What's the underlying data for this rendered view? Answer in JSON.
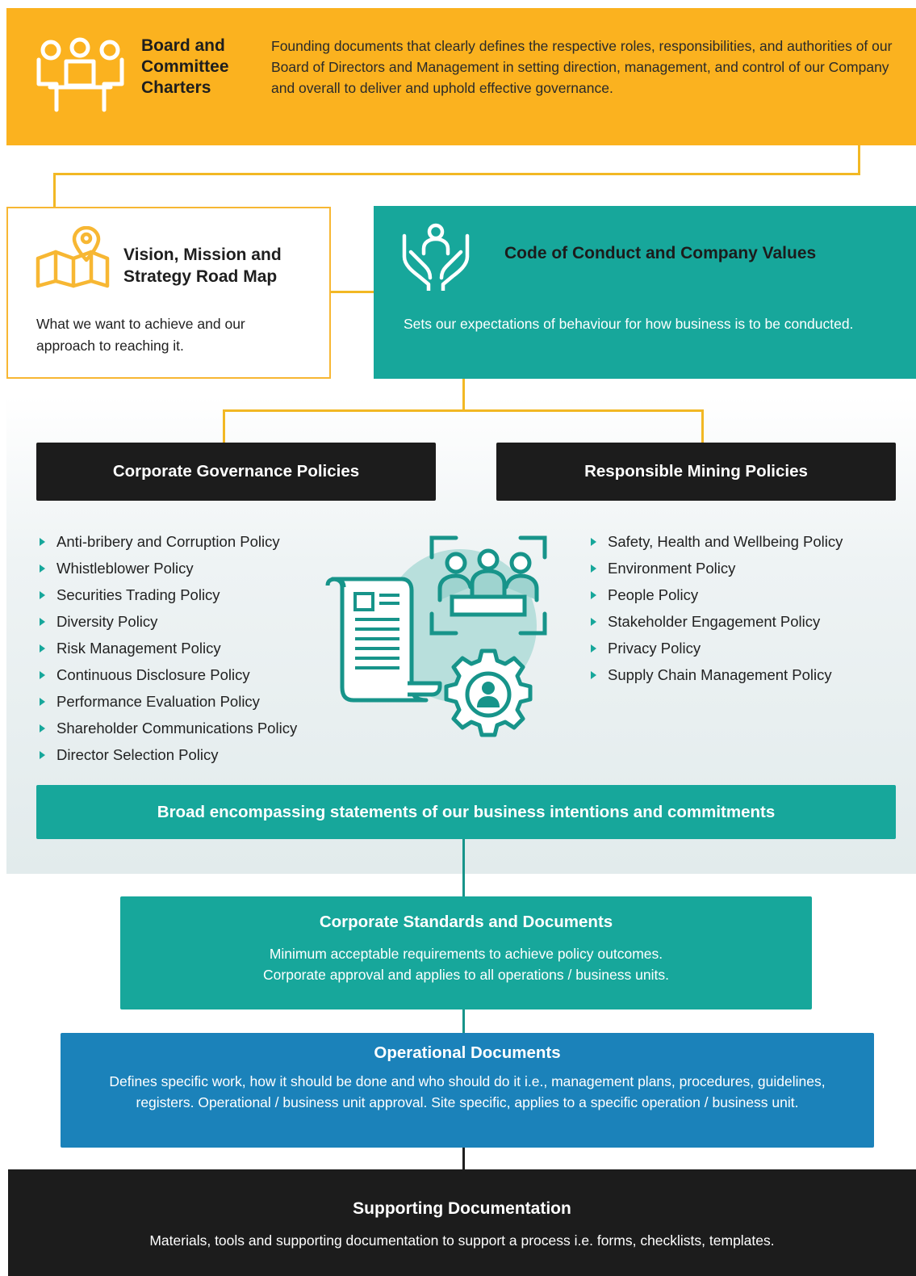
{
  "board": {
    "title": "Board and Committee Charters",
    "description": "Founding documents that clearly defines the respective roles, responsibilities, and authorities of our Board of Directors and Management in setting direction, management, and control of our Company and overall to deliver and uphold effective governance."
  },
  "vision": {
    "title": "Vision, Mission and Strategy Road Map",
    "description": "What we want to achieve and our approach to reaching it."
  },
  "code": {
    "title": "Code of Conduct and Company Values",
    "description": "Sets our expectations of behaviour for how business is to be conducted."
  },
  "corporate_governance": {
    "title": "Corporate Governance Policies",
    "items": [
      "Anti-bribery and Corruption Policy",
      "Whistleblower Policy",
      "Securities Trading Policy",
      "Diversity Policy",
      "Risk Management Policy",
      "Continuous Disclosure Policy",
      "Performance Evaluation Policy",
      "Shareholder Communications Policy",
      "Director Selection Policy"
    ]
  },
  "responsible_mining": {
    "title": "Responsible Mining Policies",
    "items": [
      "Safety, Health and Wellbeing Policy",
      "Environment Policy",
      "People Policy",
      "Stakeholder Engagement Policy",
      "Privacy Policy",
      "Supply Chain Management Policy"
    ]
  },
  "broad": {
    "text": "Broad encompassing statements of our business intentions and commitments"
  },
  "standards": {
    "title": "Corporate Standards and Documents",
    "line1": "Minimum acceptable requirements to achieve policy outcomes.",
    "line2": "Corporate approval and applies to all operations / business units."
  },
  "operational": {
    "title": "Operational Documents",
    "description": "Defines specific work, how it should be done and who should do it i.e., management plans, procedures, guidelines, registers. Operational / business unit approval. Site specific, applies to a specific operation / business unit."
  },
  "supporting": {
    "title": "Supporting Documentation",
    "description": "Materials, tools and supporting documentation to support a process i.e. forms, checklists, templates."
  },
  "icons": [
    "people-meeting-icon",
    "map-pin-icon",
    "hands-person-icon",
    "document-scroll-icon",
    "team-meeting-icon",
    "gear-person-icon"
  ],
  "colors": {
    "orange": "#fbb21f",
    "teal": "#17a79b",
    "blue": "#1b82ba",
    "dark": "#1c1c1c"
  }
}
